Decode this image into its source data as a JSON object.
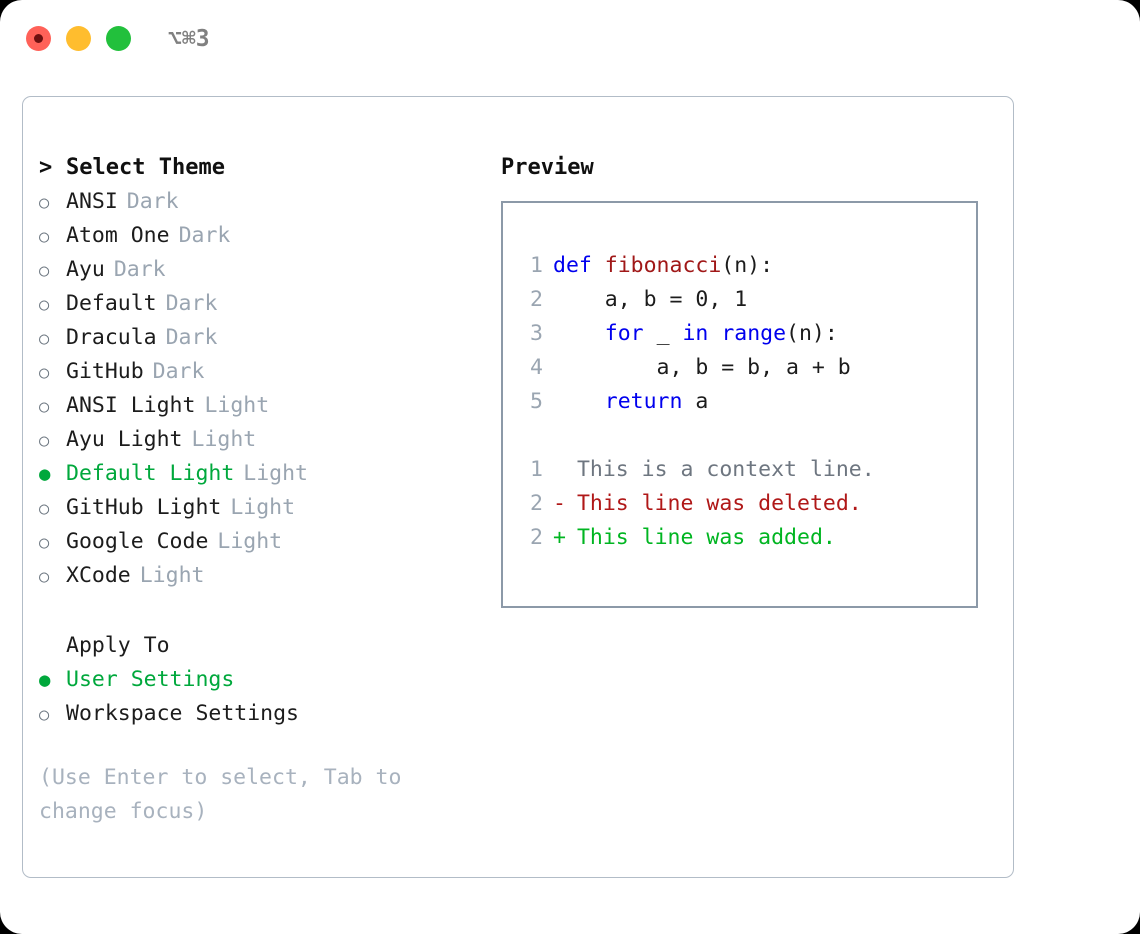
{
  "window": {
    "traffic_lights": [
      "close",
      "minimize",
      "maximize"
    ],
    "shortcut": "⌥⌘3",
    "accent_green": "#00a83c",
    "muted_gray": "#9aa5b1",
    "hint_gray": "#a8b2be",
    "border_color": "#b2bcc7",
    "preview_border": "#8c99a8"
  },
  "theme_panel": {
    "title": "Select Theme",
    "caret": ">",
    "marker_unselected": "○",
    "marker_selected": "●",
    "items": [
      {
        "name": "ANSI",
        "category": "Dark",
        "selected": false
      },
      {
        "name": "Atom One",
        "category": "Dark",
        "selected": false
      },
      {
        "name": "Ayu",
        "category": "Dark",
        "selected": false
      },
      {
        "name": "Default",
        "category": "Dark",
        "selected": false
      },
      {
        "name": "Dracula",
        "category": "Dark",
        "selected": false
      },
      {
        "name": "GitHub",
        "category": "Dark",
        "selected": false
      },
      {
        "name": "ANSI Light",
        "category": "Light",
        "selected": false
      },
      {
        "name": "Ayu Light",
        "category": "Light",
        "selected": false
      },
      {
        "name": "Default Light",
        "category": "Light",
        "selected": true
      },
      {
        "name": "GitHub Light",
        "category": "Light",
        "selected": false
      },
      {
        "name": "Google Code",
        "category": "Light",
        "selected": false
      },
      {
        "name": "XCode",
        "category": "Light",
        "selected": false
      }
    ]
  },
  "apply_to": {
    "title": "Apply To",
    "options": [
      {
        "label": "User Settings",
        "selected": true
      },
      {
        "label": "Workspace Settings",
        "selected": false
      }
    ]
  },
  "hint": "(Use Enter to select, Tab to change focus)",
  "preview": {
    "title": "Preview",
    "code_lines": [
      {
        "no": "1",
        "tokens": [
          {
            "t": "def ",
            "c": "kw"
          },
          {
            "t": "fibonacci",
            "c": "fn"
          },
          {
            "t": "(n):",
            "c": "pun"
          }
        ]
      },
      {
        "no": "2",
        "tokens": [
          {
            "t": "    a, b = 0, 1",
            "c": "txt"
          }
        ]
      },
      {
        "no": "3",
        "tokens": [
          {
            "t": "    ",
            "c": "txt"
          },
          {
            "t": "for",
            "c": "kw"
          },
          {
            "t": " _ ",
            "c": "txt"
          },
          {
            "t": "in",
            "c": "kw"
          },
          {
            "t": " ",
            "c": "txt"
          },
          {
            "t": "range",
            "c": "kw"
          },
          {
            "t": "(n):",
            "c": "pun"
          }
        ]
      },
      {
        "no": "4",
        "tokens": [
          {
            "t": "        a, b = b, a + b",
            "c": "txt"
          }
        ]
      },
      {
        "no": "5",
        "tokens": [
          {
            "t": "    ",
            "c": "txt"
          },
          {
            "t": "return",
            "c": "kw"
          },
          {
            "t": " a",
            "c": "txt"
          }
        ]
      }
    ],
    "diff_lines": [
      {
        "no": "1",
        "mark": " ",
        "text": "This is a context line.",
        "kind": "context"
      },
      {
        "no": "2",
        "mark": "-",
        "text": "This line was deleted.",
        "kind": "deleted"
      },
      {
        "no": "2",
        "mark": "+",
        "text": "This line was added.",
        "kind": "added"
      }
    ]
  }
}
